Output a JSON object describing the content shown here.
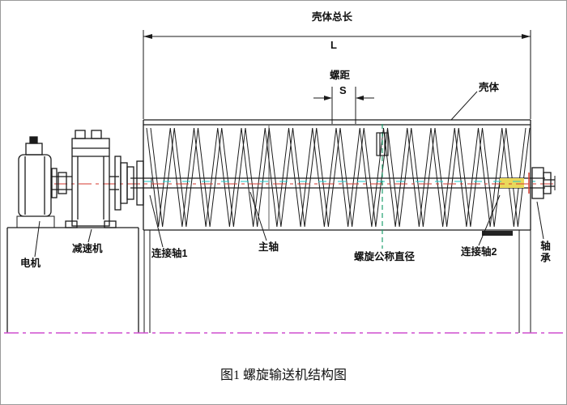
{
  "figure": {
    "caption": "图1 螺旋输送机结构图",
    "labels": {
      "total_length": "壳体总长",
      "length_symbol": "L",
      "pitch": "螺距",
      "pitch_symbol": "S",
      "shell": "壳体",
      "motor": "电机",
      "reducer": "减速机",
      "coupling_shaft_1": "连接轴1",
      "main_shaft": "主轴",
      "nominal_diameter": "螺旋公称直径",
      "coupling_shaft_2": "连接轴2",
      "bearing": "轴承"
    },
    "colors": {
      "outline": "#1a1a1a",
      "centerline_red": "#d43a2f",
      "centerline_cyan": "#1ec8c8",
      "diameter_line_green": "#1fa06e",
      "ground_magenta": "#cf4fcf",
      "highlight_yellow": "#ead95a"
    }
  }
}
